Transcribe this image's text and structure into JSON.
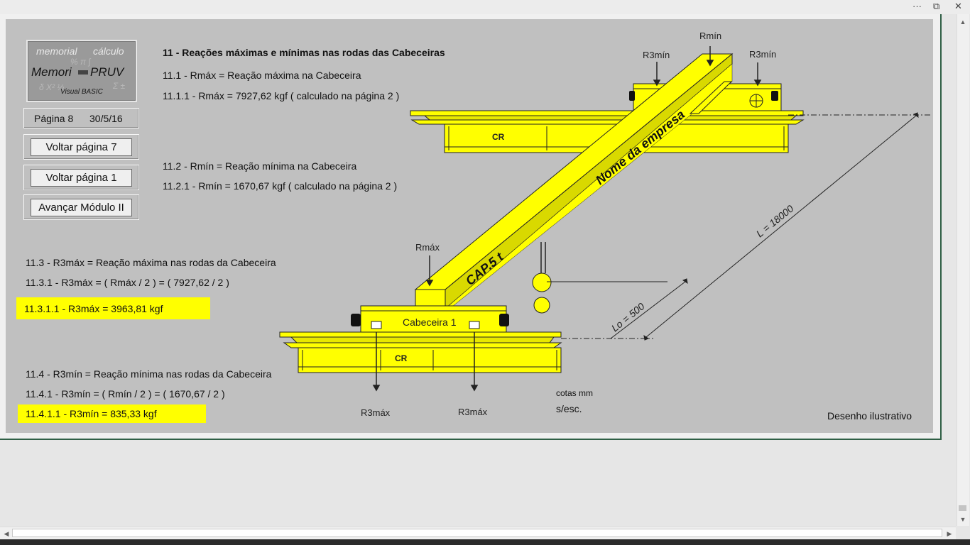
{
  "window": {
    "more_glyph": "···",
    "restore_glyph": "⧉",
    "close_glyph": "✕"
  },
  "logo": {
    "word_memorial": "memorial",
    "word_calculo": "cálculo",
    "word_memori": "Memori",
    "word_pruv": "PRUV",
    "subtitle": "Visual BASIC"
  },
  "nav": {
    "page_label": "Página 8",
    "date": "30/5/16",
    "buttons": [
      "Voltar página 7",
      "Voltar página 1",
      "Avançar Módulo II"
    ]
  },
  "content": {
    "section_title": "11 - Reações máximas e mínimas nas rodas das Cabeceiras",
    "l_11_1": "11.1 - Rmáx = Reação máxima na Cabeceira",
    "l_11_1_1": "11.1.1 - Rmáx = 7927,62 kgf  ( calculado na página 2 )",
    "l_11_2": "11.2 - Rmín = Reação mínima na Cabeceira",
    "l_11_2_1": "11.2.1 - Rmín = 1670,67 kgf  ( calculado na página 2 )",
    "l_11_3": "11.3 - R3máx = Reação máxima nas rodas da Cabeceira",
    "l_11_3_1": "11.3.1 - R3máx = ( Rmáx / 2 ) = ( 7927,62 / 2 )",
    "l_11_3_1_1": "11.3.1.1 - R3máx = 3963,81 kgf",
    "l_11_4": "11.4 - R3mín = Reação mínima nas rodas da Cabeceira",
    "l_11_4_1": "11.4.1 - R3mín = ( Rmín / 2 ) = ( 1670,67 / 2 )",
    "l_11_4_1_1": "11.4.1.1 - R3mín = 835,33 kgf",
    "cotas": "cotas mm",
    "sesc": "s/esc.",
    "desenho": "Desenho ilustrativo",
    "highlight_color": "#ffff00"
  },
  "diagram": {
    "r3min_left": "R3mín",
    "rmin": "Rmín",
    "r3min_right": "R3mín",
    "rmax": "Rmáx",
    "cr_top": "CR",
    "cr_bottom": "CR",
    "cabeceira": "Cabeceira 1",
    "beam_company": "Nome da empresa",
    "beam_capacity": "CAP.5 t",
    "span": "L = 18000",
    "offset": "Lo = 500",
    "r3max_left": "R3máx",
    "r3max_right": "R3máx",
    "beam_color": "#ffff00"
  }
}
